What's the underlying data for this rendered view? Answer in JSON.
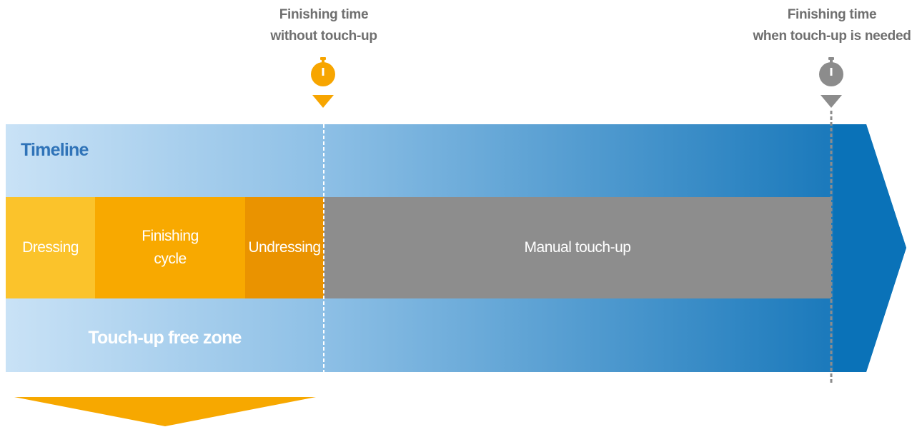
{
  "markers": {
    "without_touchup": {
      "label_lines": [
        "Finishing time",
        "without touch-up"
      ],
      "color": "#f7a500"
    },
    "with_touchup": {
      "label_lines": [
        "Finishing time",
        "when touch-up is needed"
      ],
      "color": "#8c8c8c"
    }
  },
  "timeline": {
    "title": "Timeline",
    "band_gradient": [
      "#c9e2f6",
      "#8ec0e6",
      "#0a6fb5"
    ],
    "arrow_color": "#0a72b8"
  },
  "segments": [
    {
      "name": "dressing",
      "lines": [
        "Dressing"
      ],
      "color": "#fbc32b"
    },
    {
      "name": "finishing-cycle",
      "lines": [
        "Finishing",
        "cycle"
      ],
      "color": "#f8a900"
    },
    {
      "name": "undressing",
      "lines": [
        "Undressing"
      ],
      "color": "#ea9300"
    },
    {
      "name": "manual-touch-up",
      "lines": [
        "Manual touch-up"
      ],
      "color": "#8d8d8d"
    }
  ],
  "free_zone": {
    "label": "Touch-up free zone",
    "arrow_color": "#f7a800"
  }
}
